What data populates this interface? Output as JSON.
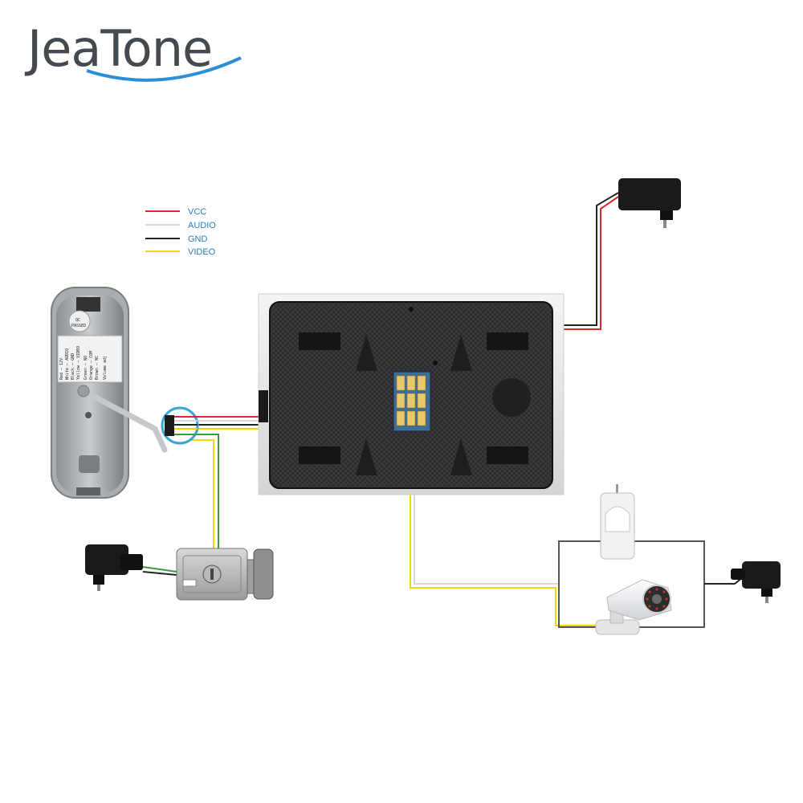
{
  "brand": {
    "name": "JeaTone",
    "swoosh_color": "#2a8fd6"
  },
  "legend": [
    {
      "label": "VCC",
      "color": "#d9262b"
    },
    {
      "label": "AUDIO",
      "color": "#d8d8d8"
    },
    {
      "label": "GND",
      "color": "#222222"
    },
    {
      "label": "VIDEO",
      "color": "#f2d600"
    }
  ],
  "doorbell": {
    "qc_sticker": "QC",
    "qc_sub": "PASSED",
    "wiring_label": [
      "Red — 12V",
      "White — AUDIO",
      "Black — GND",
      "Yellow — VIDEO"
    ],
    "unlock_label": [
      "Green — NO",
      "Orange — COM",
      "Brown — NC"
    ],
    "volume_label": "Volume adj"
  },
  "wire_colors": {
    "vcc": "#d9262b",
    "audio": "#d8d8d8",
    "gnd": "#222222",
    "video": "#f2d600",
    "green": "#3a9b3a",
    "gray": "#555555"
  },
  "devices": [
    "monitor",
    "doorbell",
    "electric-lock",
    "power-adapter",
    "pir-sensor",
    "cctv-camera"
  ]
}
